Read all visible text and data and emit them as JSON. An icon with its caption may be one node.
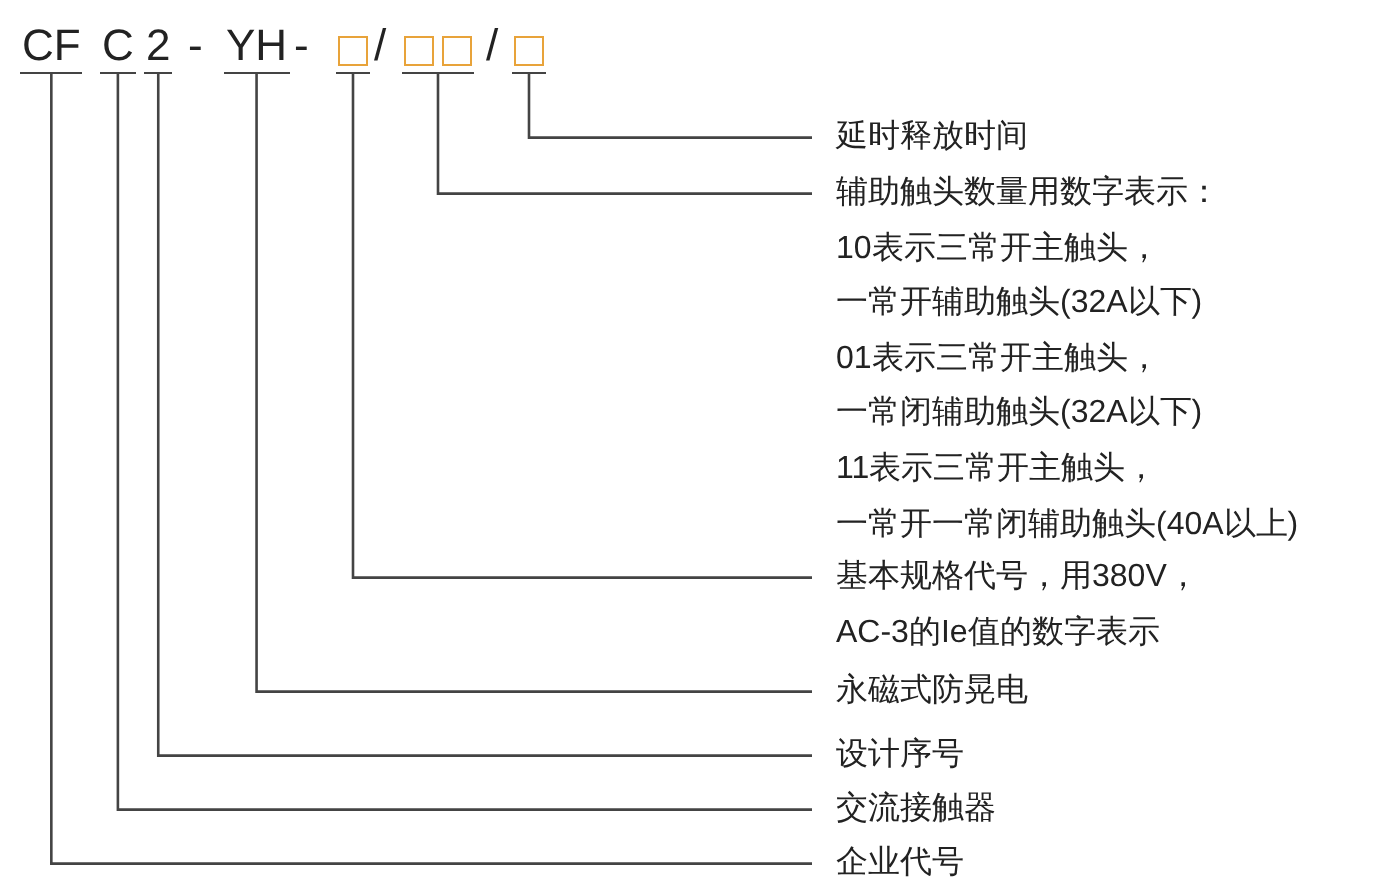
{
  "diagram": {
    "nodes": [
      {
        "text": [
          "CF"
        ]
      },
      {
        "text": [
          "C"
        ]
      },
      {
        "text": [
          "2"
        ]
      },
      {
        "text": [
          "YH"
        ]
      },
      {
        "text": [],
        "shape": "box"
      },
      {
        "text": [],
        "shape": "box"
      },
      {
        "text": [],
        "shape": "box"
      },
      {
        "text": [
          "延时释放时间"
        ]
      },
      {
        "text": [
          "辅助触头数量用数字表示：",
          "10表示三常开主触头，",
          "一常开辅助触头(32A以下)",
          "01表示三常开主触头，",
          "一常闭辅助触头(32A以下)",
          "11表示三常开主触头，",
          "一常开一常闭辅助触头(40A以上)"
        ]
      },
      {
        "text": [
          "基本规格代号，用380V，",
          "AC-3的Ie值的数字表示"
        ]
      },
      {
        "text": [
          "永磁式防晃电"
        ]
      },
      {
        "text": [
          "设计序号"
        ]
      },
      {
        "text": [
          "交流接触器"
        ]
      },
      {
        "text": [
          "企业代号"
        ]
      }
    ],
    "edges": [
      {
        "from": 6,
        "to": 7,
        "arrow": "none"
      },
      {
        "from": 5,
        "to": 8,
        "arrow": "none"
      },
      {
        "from": 4,
        "to": 9,
        "arrow": "none"
      },
      {
        "from": 3,
        "to": 10,
        "arrow": "none"
      },
      {
        "from": 2,
        "to": 11,
        "arrow": "none"
      },
      {
        "from": 1,
        "to": 12,
        "arrow": "none"
      },
      {
        "from": 0,
        "to": 13,
        "arrow": "none"
      }
    ],
    "labels": [
      "-",
      "-",
      "/",
      "/"
    ]
  }
}
